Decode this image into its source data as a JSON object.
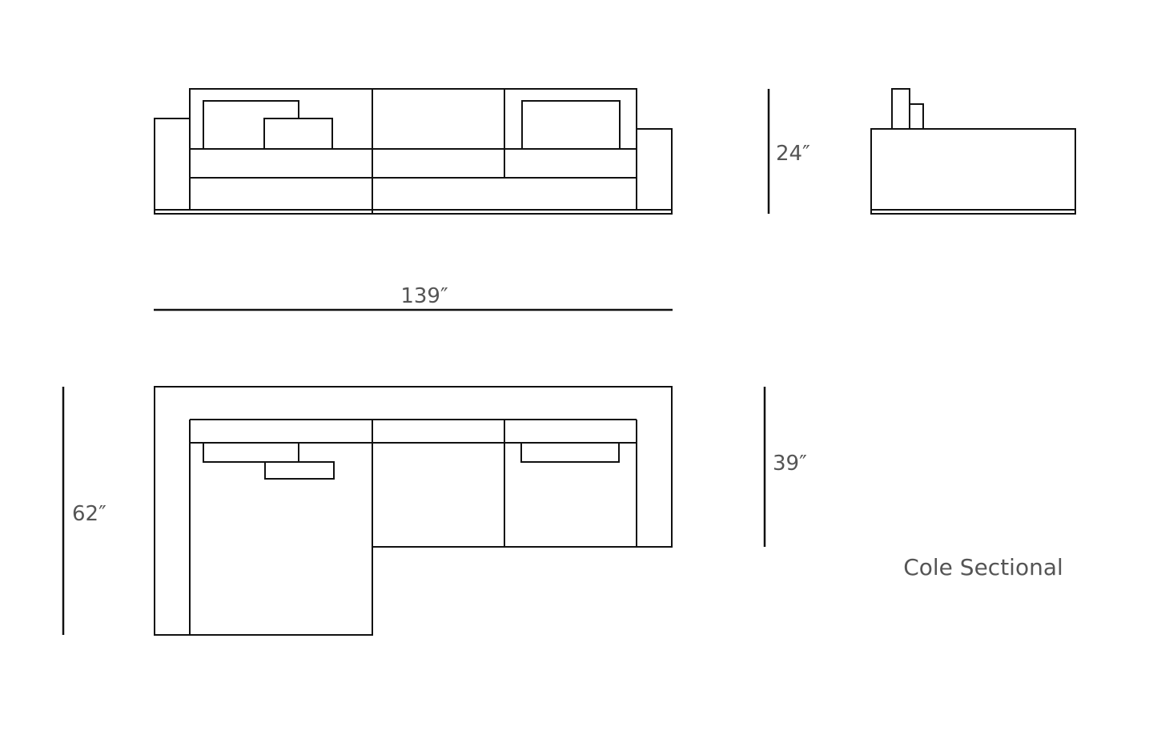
{
  "dimensions": {
    "width": "139″",
    "height": "24″",
    "chaise_depth": "62″",
    "seat_depth": "39″"
  },
  "title": "Cole Sectional",
  "line_color": "#111111",
  "text_color": "#555555"
}
